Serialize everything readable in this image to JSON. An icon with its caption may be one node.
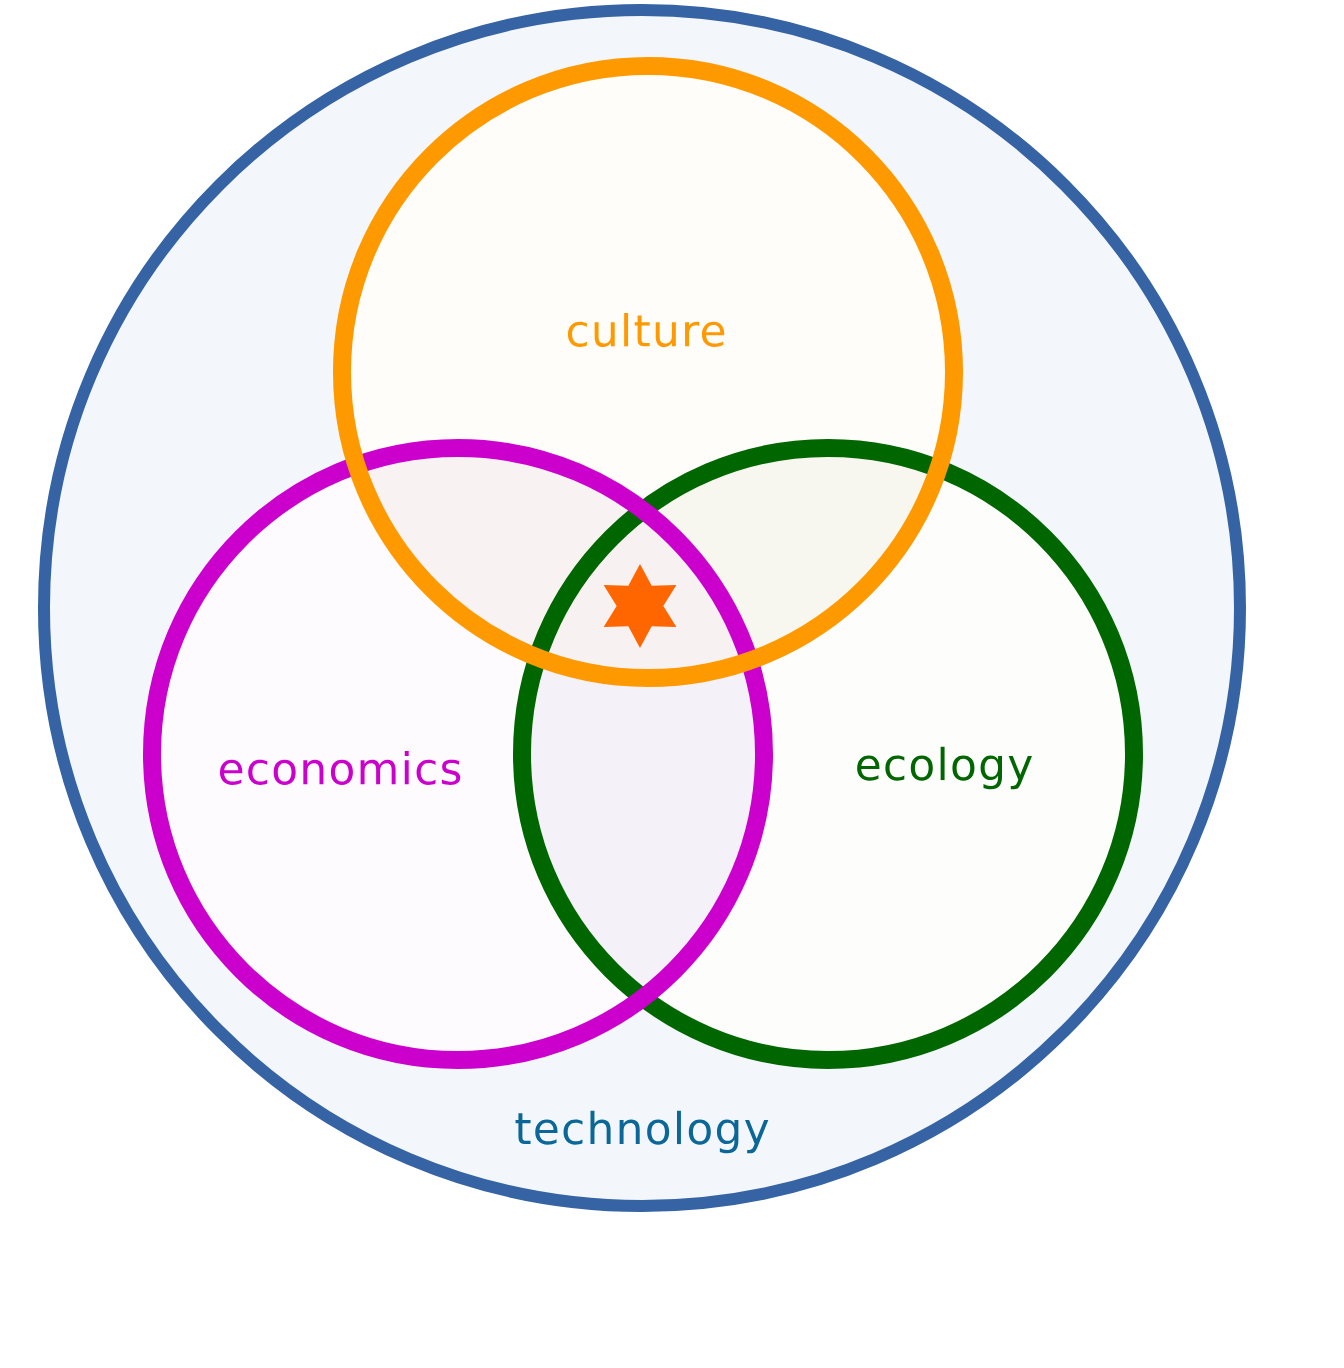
{
  "diagram": {
    "nodes": [
      {
        "text": [
          "technology"
        ]
      },
      {
        "text": [
          "culture"
        ],
        "in": 0
      },
      {
        "text": [
          "economics"
        ],
        "in": 0
      },
      {
        "text": [
          "ecology"
        ],
        "in": 0
      }
    ]
  }
}
